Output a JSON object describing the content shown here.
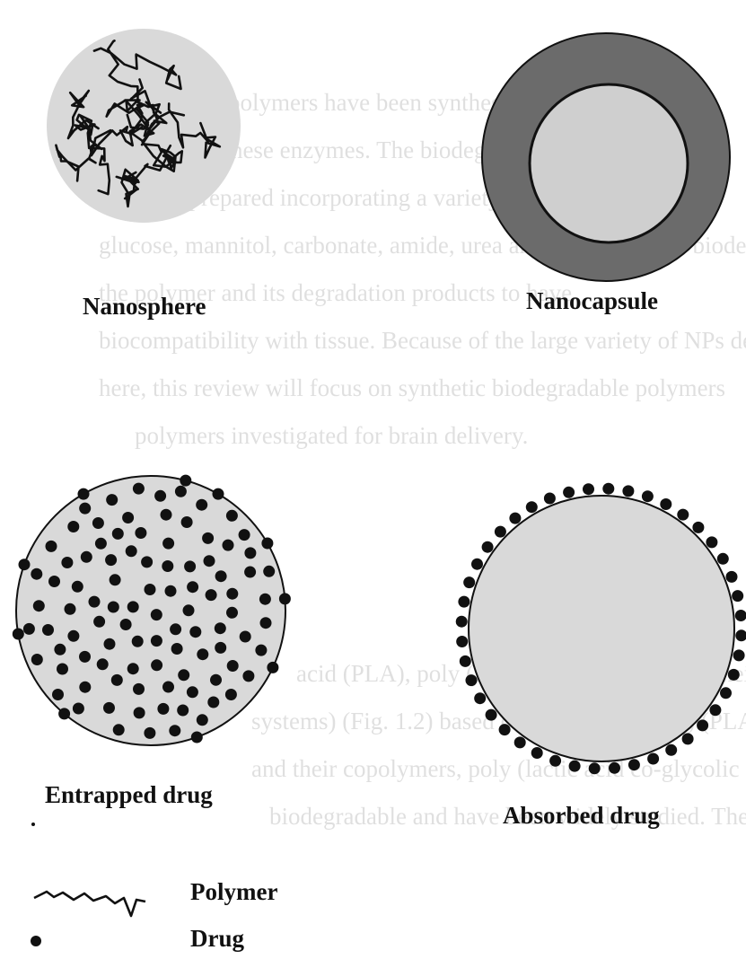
{
  "background_text": [
    "these natural polymers have been synthesized biodegradable",
    "degraded by these enzymes. The biodegradable NPs have",
    "has been prepared incorporating a variety of chemical groups",
    "glucose, mannitol, carbonate, amide, urea and dextran. Their biodegradability",
    "the polymer and its degradation products to have",
    "biocompatibility with tissue. Because of the large variety of NPs described",
    "here, this review will focus on synthetic biodegradable polymers",
    "polymers investigated for brain delivery.",
    "",
    "",
    "",
    "",
    "acid (PLA), poly (lactic-glycolic acid) and their copolymers",
    "systems) (Fig. 1.2) based on poly (lactic acid) (PLA), poly (glycolic",
    "and their copolymers, poly (lactic acid co-glycolic acid) (PLGA)",
    "biodegradable and have been widely studied. They have been"
  ],
  "labels": {
    "nanosphere": "Nanosphere",
    "nanocapsule": "Nanocapsule",
    "entrapped": "Entrapped drug",
    "absorbed": "Absorbed drug"
  },
  "legend": {
    "polymer": "Polymer",
    "drug": "Drug"
  },
  "colors": {
    "light_fill": "#d9d9d9",
    "shell_fill": "#6b6b6b",
    "core_fill": "#cfcfcf",
    "ink": "#111111"
  }
}
